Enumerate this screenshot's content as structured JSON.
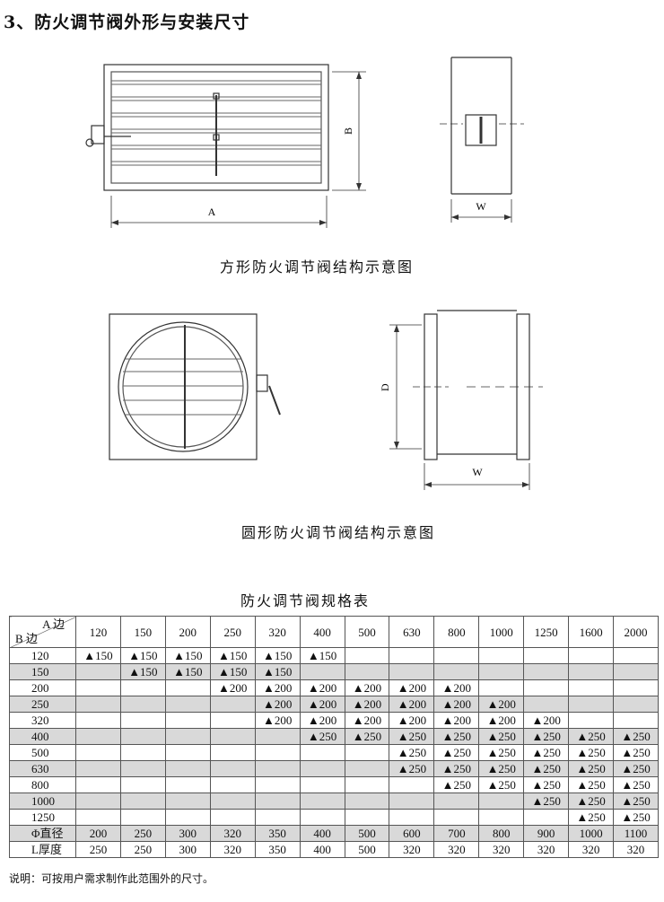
{
  "heading": "3、防火调节阀外形与安装尺寸",
  "figure1": {
    "caption": "方形防火调节阀结构示意图",
    "dim_a": "A",
    "dim_b": "B",
    "dim_w": "W"
  },
  "figure2": {
    "caption": "圆形防火调节阀结构示意图",
    "dim_d": "D",
    "dim_w": "W"
  },
  "table": {
    "title": "防火调节阀规格表",
    "corner_top": "A 边",
    "corner_bottom": "B 边",
    "columns": [
      "120",
      "150",
      "200",
      "250",
      "320",
      "400",
      "500",
      "630",
      "800",
      "1000",
      "1250",
      "1600",
      "2000"
    ],
    "rows": [
      {
        "label": "120",
        "shade": false,
        "cells": [
          "▲150",
          "▲150",
          "▲150",
          "▲150",
          "▲150",
          "▲150",
          "",
          "",
          "",
          "",
          "",
          "",
          ""
        ]
      },
      {
        "label": "150",
        "shade": true,
        "cells": [
          "",
          "▲150",
          "▲150",
          "▲150",
          "▲150",
          "",
          "",
          "",
          "",
          "",
          "",
          "",
          ""
        ]
      },
      {
        "label": "200",
        "shade": false,
        "cells": [
          "",
          "",
          "",
          "▲200",
          "▲200",
          "▲200",
          "▲200",
          "▲200",
          "▲200",
          "",
          "",
          "",
          ""
        ]
      },
      {
        "label": "250",
        "shade": true,
        "cells": [
          "",
          "",
          "",
          "",
          "▲200",
          "▲200",
          "▲200",
          "▲200",
          "▲200",
          "▲200",
          "",
          "",
          ""
        ]
      },
      {
        "label": "320",
        "shade": false,
        "cells": [
          "",
          "",
          "",
          "",
          "▲200",
          "▲200",
          "▲200",
          "▲200",
          "▲200",
          "▲200",
          "▲200",
          "",
          ""
        ]
      },
      {
        "label": "400",
        "shade": true,
        "cells": [
          "",
          "",
          "",
          "",
          "",
          "▲250",
          "▲250",
          "▲250",
          "▲250",
          "▲250",
          "▲250",
          "▲250",
          "▲250"
        ]
      },
      {
        "label": "500",
        "shade": false,
        "cells": [
          "",
          "",
          "",
          "",
          "",
          "",
          "",
          "▲250",
          "▲250",
          "▲250",
          "▲250",
          "▲250",
          "▲250"
        ]
      },
      {
        "label": "630",
        "shade": true,
        "cells": [
          "",
          "",
          "",
          "",
          "",
          "",
          "",
          "▲250",
          "▲250",
          "▲250",
          "▲250",
          "▲250",
          "▲250"
        ]
      },
      {
        "label": "800",
        "shade": false,
        "cells": [
          "",
          "",
          "",
          "",
          "",
          "",
          "",
          "",
          "▲250",
          "▲250",
          "▲250",
          "▲250",
          "▲250"
        ]
      },
      {
        "label": "1000",
        "shade": true,
        "cells": [
          "",
          "",
          "",
          "",
          "",
          "",
          "",
          "",
          "",
          "",
          "▲250",
          "▲250",
          "▲250"
        ]
      },
      {
        "label": "1250",
        "shade": false,
        "cells": [
          "",
          "",
          "",
          "",
          "",
          "",
          "",
          "",
          "",
          "",
          "",
          "▲250",
          "▲250"
        ]
      },
      {
        "label": "Φ直径",
        "shade": true,
        "cells": [
          "200",
          "250",
          "300",
          "320",
          "350",
          "400",
          "500",
          "600",
          "700",
          "800",
          "900",
          "1000",
          "1100"
        ]
      },
      {
        "label": "L厚度",
        "shade": false,
        "cells": [
          "250",
          "250",
          "300",
          "320",
          "350",
          "400",
          "500",
          "320",
          "320",
          "320",
          "320",
          "320",
          "320"
        ]
      }
    ]
  },
  "note": "说明：可按用户需求制作此范围外的尺寸。"
}
